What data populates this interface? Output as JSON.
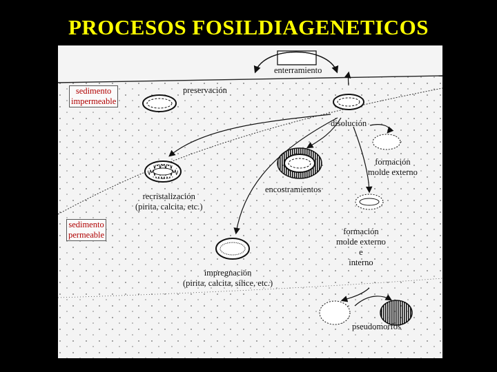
{
  "title": "PROCESOS FOSILDIAGENETICOS",
  "colors": {
    "background": "#000000",
    "title": "#ffff00",
    "panel": "#f4f4f4",
    "label_red": "#b00000"
  },
  "labels": {
    "enterramiento": "enterramiento",
    "sed_imp_1": "sedimento",
    "sed_imp_2": "impermeable",
    "preservacion": "preservación",
    "disolucion": "disolución",
    "form_ext_1": "formación",
    "form_ext_2": "molde externo",
    "encostramientos": "encostramientos",
    "recrist_1": "recristalización",
    "recrist_2": "(pirita, calcita, etc.)",
    "sed_perm_1": "sedimento",
    "sed_perm_2": "permeable",
    "form_int_1": "formación",
    "form_int_2": "molde externo",
    "form_int_3": "e",
    "form_int_4": "interno",
    "impreg_1": "impregnación",
    "impreg_2": "(pirita, calcita, sílice, etc.)",
    "pseudomorfos": "pseudomorfos"
  }
}
